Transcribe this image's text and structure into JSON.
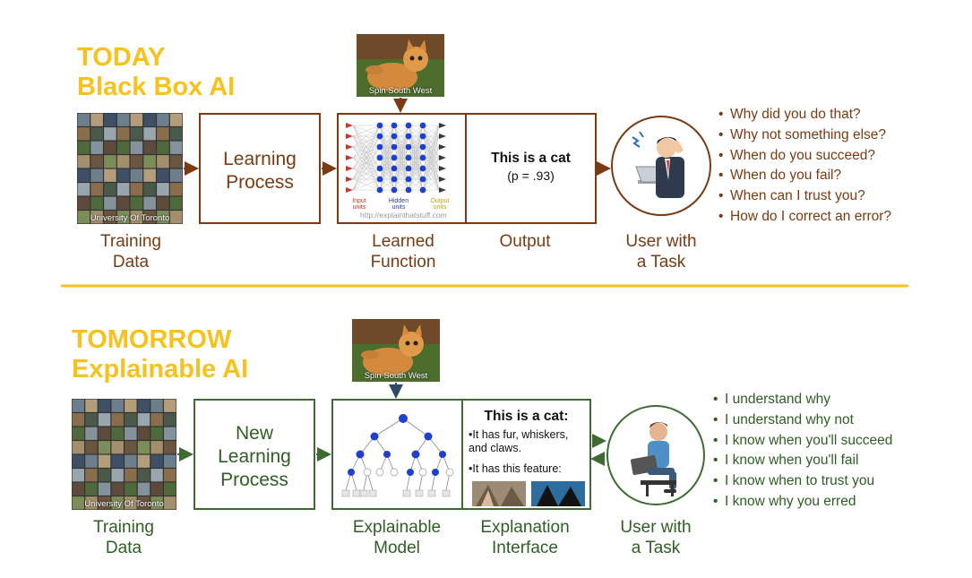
{
  "today": {
    "line1": "TODAY",
    "line2": "Black Box AI",
    "training_caption": [
      "Training",
      "Data"
    ],
    "training_credit": "University Of Toronto",
    "learning_box": [
      "Learning",
      "Process"
    ],
    "cat_credit": "Spin South West",
    "nn_credit": "http://explainthatstuff.com",
    "nn_layer_labels": [
      "Input units",
      "Hidden units",
      "Output units"
    ],
    "function_caption": [
      "Learned",
      "Function"
    ],
    "output_title": "This is a cat",
    "output_prob": "(p = .93)",
    "output_caption": "Output",
    "user_caption": [
      "User with",
      "a Task"
    ],
    "questions": [
      "Why did you do that?",
      "Why not something else?",
      "When do you succeed?",
      "When do you fail?",
      "When can I trust you?",
      "How do I correct an error?"
    ]
  },
  "tomorrow": {
    "line1": "TOMORROW",
    "line2": "Explainable AI",
    "training_caption": [
      "Training",
      "Data"
    ],
    "training_credit": "University Of Toronto",
    "learning_box": [
      "New",
      "Learning",
      "Process"
    ],
    "cat_credit": "Spin South West",
    "model_caption": [
      "Explainable",
      "Model"
    ],
    "explanation_title": "This is a cat:",
    "explanation_bullets": [
      "It has fur, whiskers, and claws.",
      "It has this feature:"
    ],
    "interface_caption": [
      "Explanation",
      "Interface"
    ],
    "user_caption": [
      "User with",
      "a Task"
    ],
    "statements": [
      "I understand why",
      "I understand why not",
      "I know when you'll succeed",
      "I know when you'll fail",
      "I know when to trust you",
      "I know why you erred"
    ]
  },
  "colors": {
    "accent_yellow": "#f6c21b",
    "brown": "#7a3b12",
    "green": "#3d6b32"
  },
  "icons": [
    "cat-photo",
    "image-grid",
    "neural-network",
    "decision-tree",
    "confused-user",
    "happy-user",
    "cat-ear-photo"
  ]
}
